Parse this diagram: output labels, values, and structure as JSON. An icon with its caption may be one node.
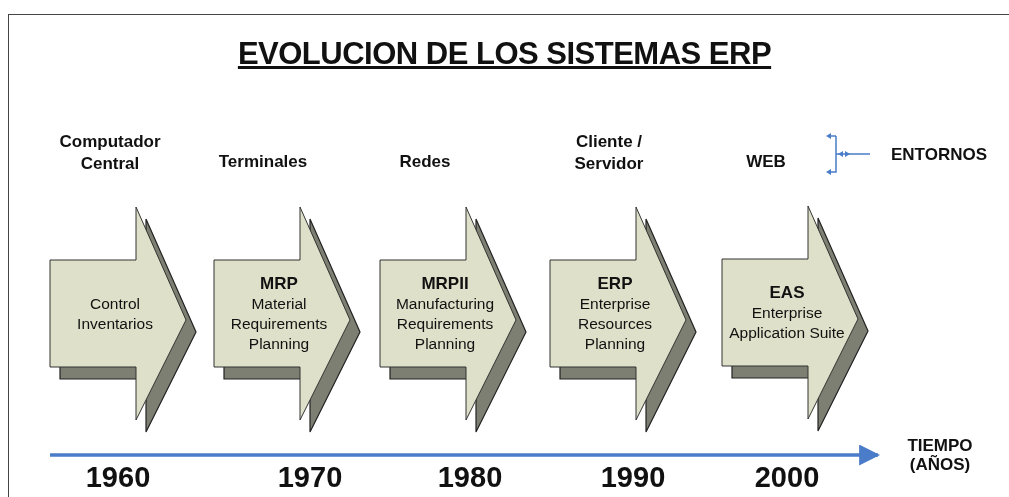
{
  "diagram": {
    "title": "EVOLUCION DE LOS SISTEMAS ERP",
    "nodes": [
      {
        "text": [
          "Control Inventarios"
        ],
        "beside": [
          "Computador Central"
        ]
      },
      {
        "text": [
          "MRP",
          "Material Requirements Planning"
        ],
        "beside": [
          "Terminales"
        ]
      },
      {
        "text": [
          "MRPII",
          "Manufacturing Requirements Planning"
        ],
        "beside": [
          "Redes"
        ]
      },
      {
        "text": [
          "ERP",
          "Enterprise Resources Planning"
        ],
        "beside": [
          "Cliente / Servidor"
        ]
      },
      {
        "text": [
          "EAS",
          "Enterprise Application Suite"
        ],
        "beside": [
          "WEB"
        ]
      }
    ],
    "edges": [],
    "labels": [
      "ENTORNOS",
      "1960",
      "1970",
      "1980",
      "1990",
      "2000",
      "TIEMPO (AÑOS)"
    ]
  }
}
